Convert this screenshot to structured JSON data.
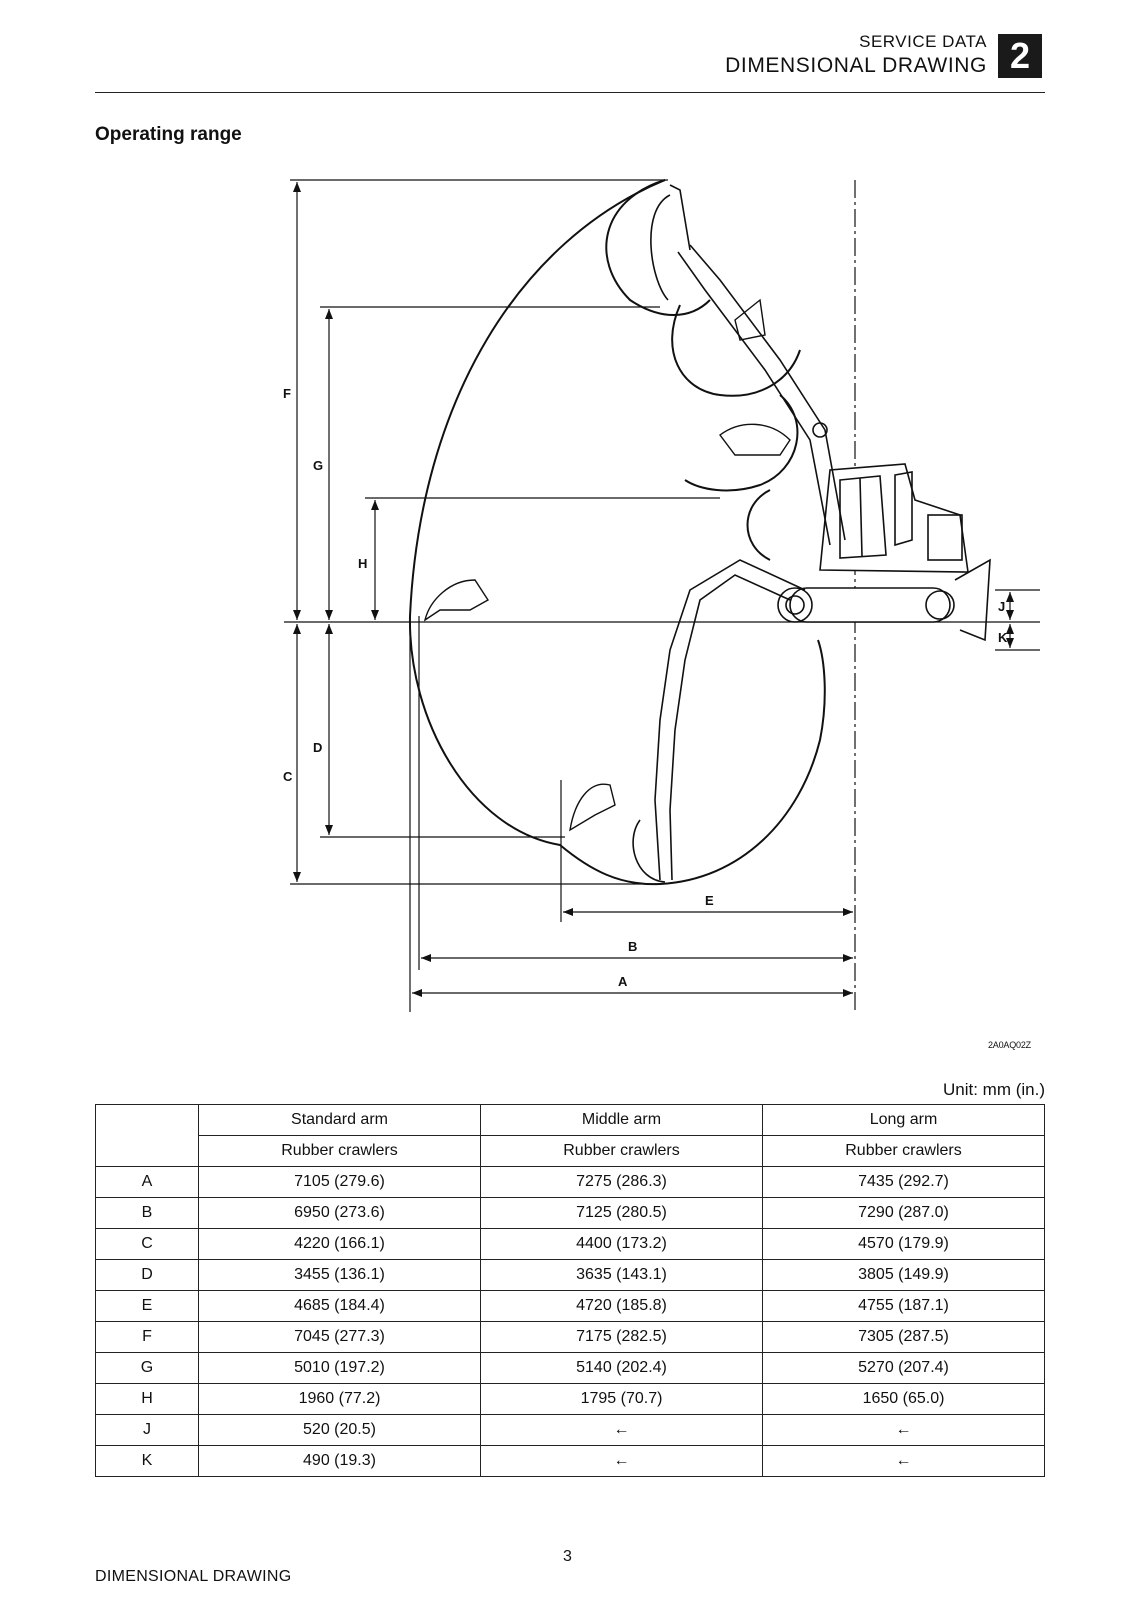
{
  "header": {
    "section": "SERVICE DATA",
    "title": "DIMENSIONAL DRAWING",
    "chapter": "2"
  },
  "section_title": "Operating range",
  "figure": {
    "code": "2A0AQ02Z",
    "dim_labels": [
      "F",
      "G",
      "H",
      "C",
      "D",
      "E",
      "B",
      "A",
      "J",
      "K"
    ]
  },
  "table": {
    "unit": "Unit: mm (in.)",
    "columns": [
      {
        "arm": "Standard arm",
        "crawler": "Rubber crawlers"
      },
      {
        "arm": "Middle arm",
        "crawler": "Rubber crawlers"
      },
      {
        "arm": "Long arm",
        "crawler": "Rubber crawlers"
      }
    ],
    "rows": [
      {
        "label": "A",
        "values": [
          "7105 (279.6)",
          "7275 (286.3)",
          "7435 (292.7)"
        ]
      },
      {
        "label": "B",
        "values": [
          "6950 (273.6)",
          "7125 (280.5)",
          "7290 (287.0)"
        ]
      },
      {
        "label": "C",
        "values": [
          "4220 (166.1)",
          "4400 (173.2)",
          "4570 (179.9)"
        ]
      },
      {
        "label": "D",
        "values": [
          "3455 (136.1)",
          "3635 (143.1)",
          "3805 (149.9)"
        ]
      },
      {
        "label": "E",
        "values": [
          "4685 (184.4)",
          "4720 (185.8)",
          "4755 (187.1)"
        ]
      },
      {
        "label": "F",
        "values": [
          "7045 (277.3)",
          "7175 (282.5)",
          "7305 (287.5)"
        ]
      },
      {
        "label": "G",
        "values": [
          "5010 (197.2)",
          "5140 (202.4)",
          "5270 (207.4)"
        ]
      },
      {
        "label": "H",
        "values": [
          "1960 (77.2)",
          "1795 (70.7)",
          "1650 (65.0)"
        ]
      },
      {
        "label": "J",
        "values": [
          "520 (20.5)",
          "←",
          "←"
        ]
      },
      {
        "label": "K",
        "values": [
          "490 (19.3)",
          "←",
          "←"
        ]
      }
    ]
  },
  "footer": {
    "left": "DIMENSIONAL DRAWING",
    "page": "3"
  }
}
